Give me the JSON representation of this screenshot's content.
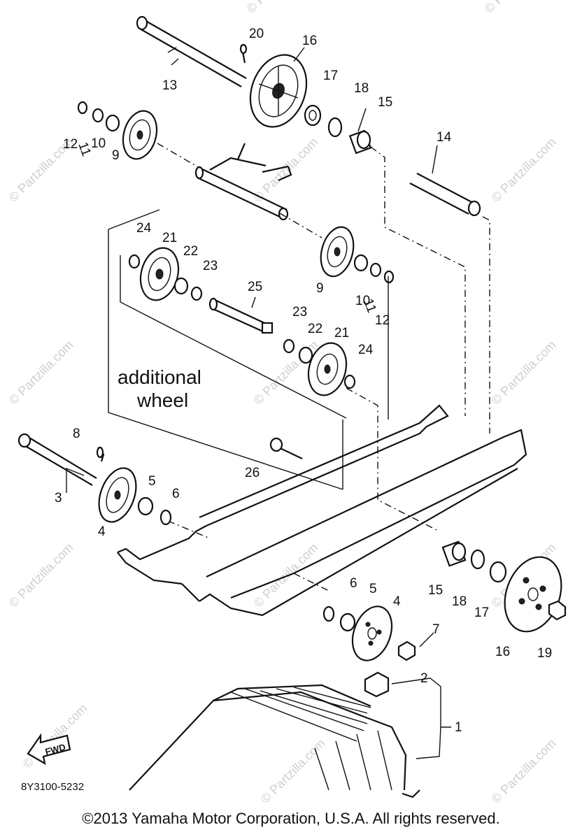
{
  "watermark": "© Partzilla.com",
  "callouts": {
    "c1": "1",
    "c2": "2",
    "c3": "3",
    "c4a": "4",
    "c4b": "4",
    "c5a": "5",
    "c5b": "5",
    "c6a": "6",
    "c6b": "6",
    "c7": "7",
    "c8": "8",
    "c9a": "9",
    "c9b": "9",
    "c10a": "10",
    "c10b": "10",
    "c11a": "11",
    "c11b": "11",
    "c12a": "12",
    "c12b": "12",
    "c13": "13",
    "c14": "14",
    "c15a": "15",
    "c15b": "15",
    "c16a": "16",
    "c16b": "16",
    "c17a": "17",
    "c17b": "17",
    "c18a": "18",
    "c18b": "18",
    "c19": "19",
    "c20": "20",
    "c21a": "21",
    "c21b": "21",
    "c22a": "22",
    "c22b": "22",
    "c23a": "23",
    "c23b": "23",
    "c24a": "24",
    "c24b": "24",
    "c25": "25",
    "c26": "26"
  },
  "note_line1": "additional",
  "note_line2": "wheel",
  "fwd_label": "FWD",
  "diagram_code": "8Y3100-5232",
  "copyright": "©2013  Yamaha Motor Corporation, U.S.A. All rights reserved."
}
